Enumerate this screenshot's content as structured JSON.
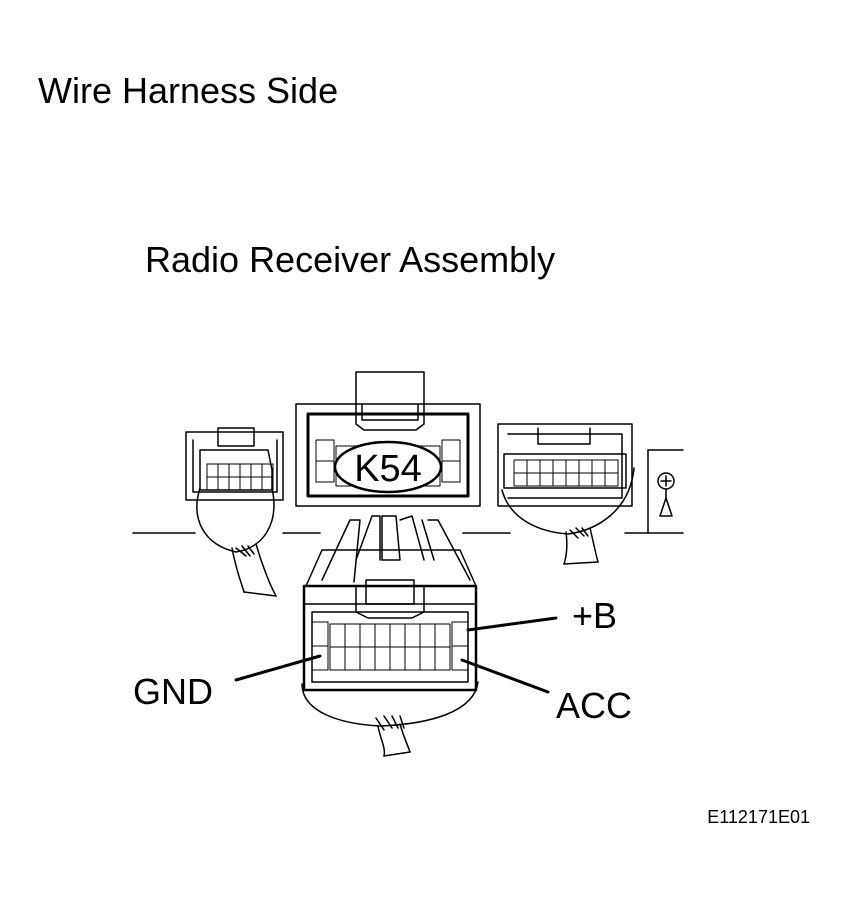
{
  "title": "Wire Harness Side",
  "component": "Radio Receiver Assembly",
  "connector_id": "K54",
  "terminals": {
    "plus_b": "+B",
    "gnd": "GND",
    "acc": "ACC"
  },
  "figure_code": "E112171E01"
}
